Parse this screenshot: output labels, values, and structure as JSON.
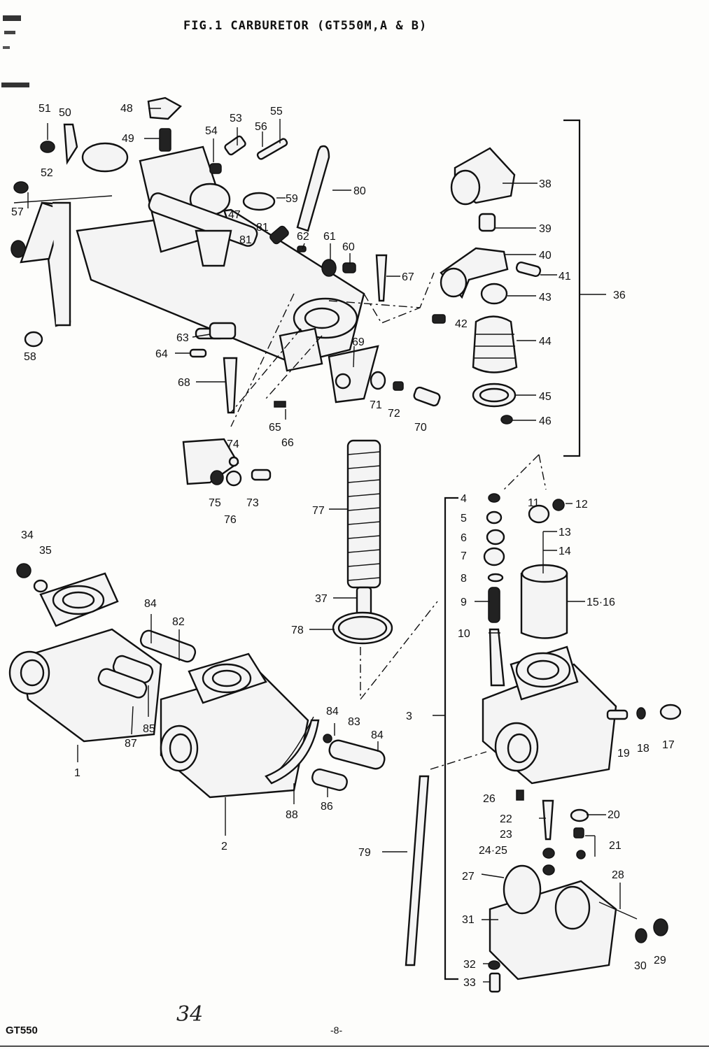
{
  "header": {
    "title": "FIG.1  CARBURETOR (GT550M,A & B)"
  },
  "footer": {
    "model": "GT550",
    "handwritten": "34",
    "page": "-8-"
  },
  "callouts": {
    "c1": "1",
    "c2": "2",
    "c3": "3",
    "c4": "4",
    "c5": "5",
    "c6": "6",
    "c7": "7",
    "c8": "8",
    "c9": "9",
    "c10": "10",
    "c11": "11",
    "c12": "12",
    "c13": "13",
    "c14": "14",
    "c15_16": "15·16",
    "c17": "17",
    "c18": "18",
    "c19": "19",
    "c20": "20",
    "c21": "21",
    "c22": "22",
    "c23": "23",
    "c24_25": "24·25",
    "c26": "26",
    "c27": "27",
    "c28": "28",
    "c29": "29",
    "c30": "30",
    "c31": "31",
    "c32": "32",
    "c33": "33",
    "c34": "34",
    "c35": "35",
    "c36": "36",
    "c37": "37",
    "c38": "38",
    "c39": "39",
    "c40": "40",
    "c41": "41",
    "c42": "42",
    "c43": "43",
    "c44": "44",
    "c45": "45",
    "c46": "46",
    "c47": "47",
    "c48": "48",
    "c49": "49",
    "c50": "50",
    "c51": "51",
    "c52": "52",
    "c53": "53",
    "c54": "54",
    "c55": "55",
    "c56": "56",
    "c57": "57",
    "c58": "58",
    "c59": "59",
    "c60": "60",
    "c61": "61",
    "c62": "62",
    "c63": "63",
    "c64": "64",
    "c65": "65",
    "c66": "66",
    "c67": "67",
    "c68": "68",
    "c69": "69",
    "c70": "70",
    "c71": "71",
    "c72": "72",
    "c73": "73",
    "c74": "74",
    "c75": "75",
    "c76": "76",
    "c77": "77",
    "c78": "78",
    "c79": "79",
    "c80": "80",
    "c81a": "81",
    "c81b": "81",
    "c82": "82",
    "c83": "83",
    "c84a": "84",
    "c84b": "84",
    "c84c": "84",
    "c85": "85",
    "c86": "86",
    "c87": "87",
    "c88": "88"
  }
}
